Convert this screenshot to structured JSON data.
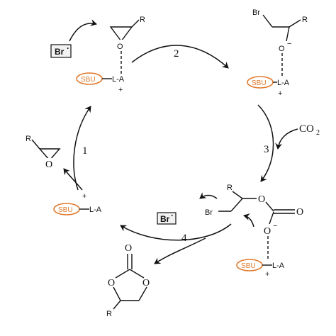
{
  "labels": {
    "r": "R",
    "o": "O",
    "o_minus": "O",
    "minus": "−",
    "plus": "+",
    "br": "Br",
    "la": "L-A",
    "sbu": "SBU",
    "co2": "CO",
    "co2_sub": "2",
    "br_anion": "Br",
    "anion_dot": "·"
  },
  "steps": [
    "1",
    "2",
    "3",
    "4"
  ],
  "colors": {
    "sbu": "#e07a2e",
    "ink": "#111111"
  }
}
